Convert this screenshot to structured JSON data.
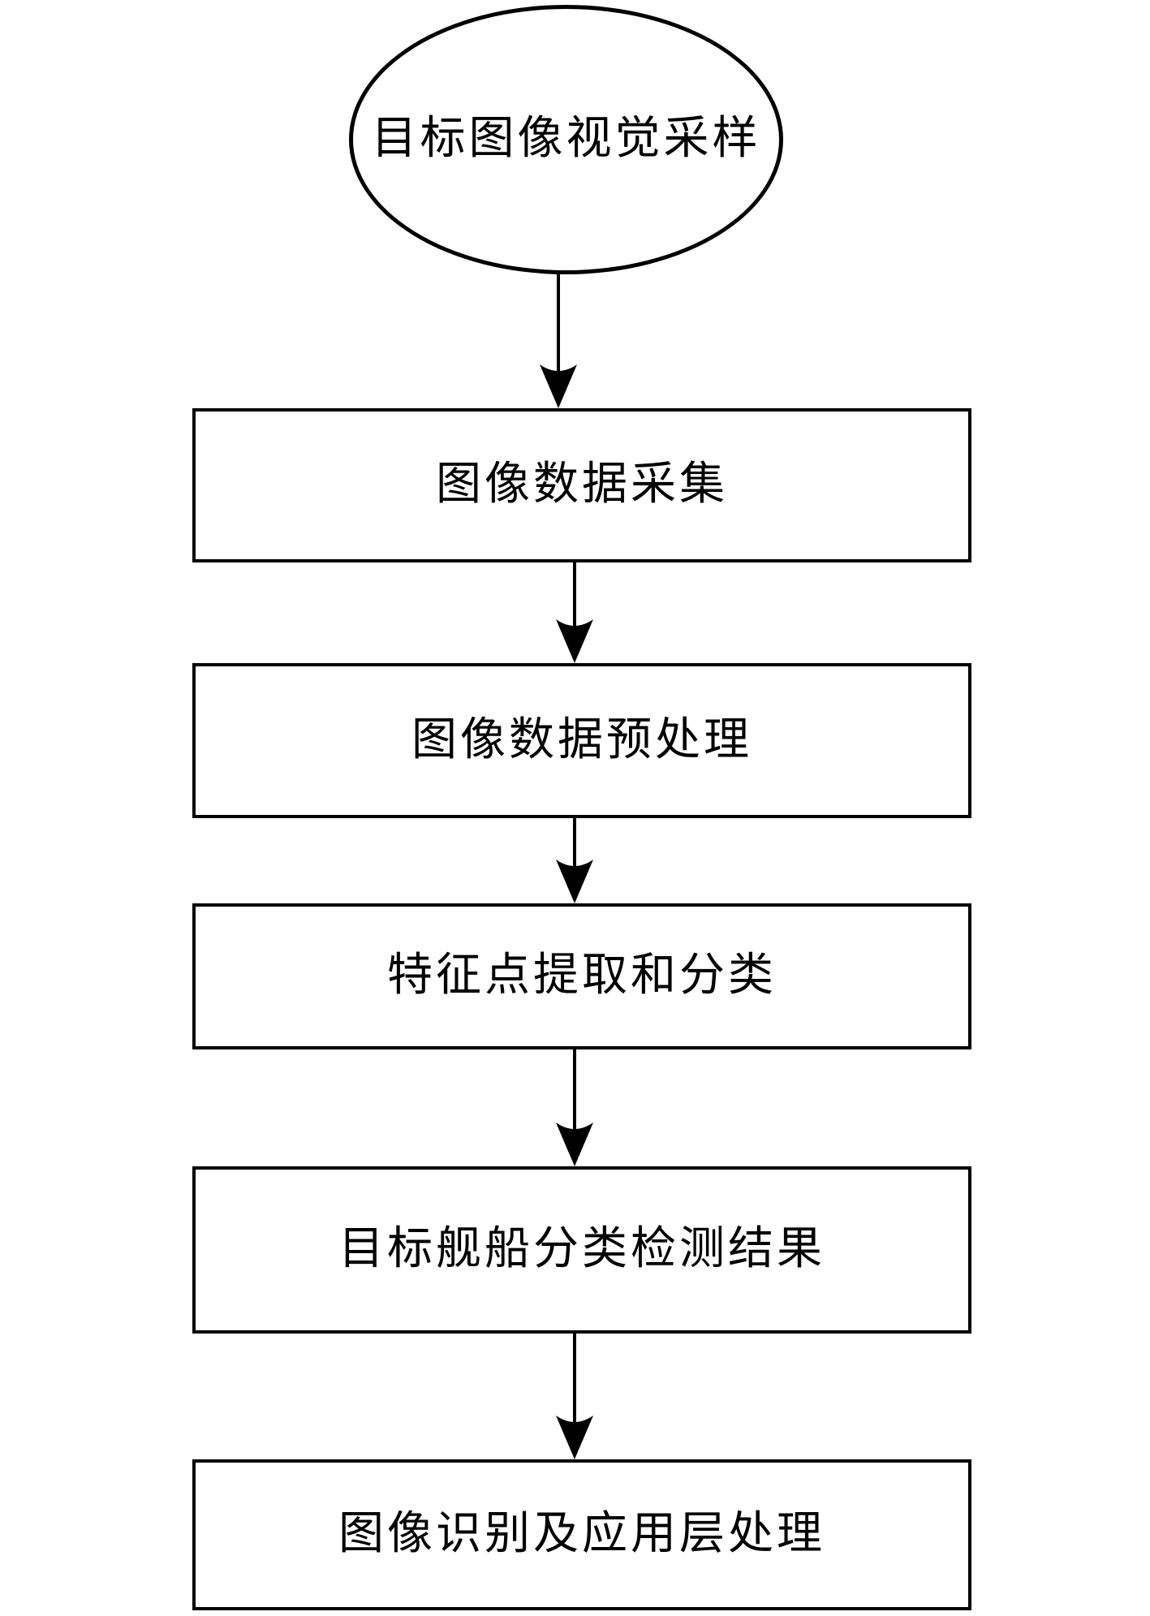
{
  "diagram": {
    "type": "flowchart",
    "direction": "top-down",
    "colors": {
      "stroke": "#000000",
      "node_fill": "#ffffff",
      "text": "#000000",
      "background": "#ffffff"
    },
    "nodes": [
      {
        "id": "start",
        "shape": "ellipse",
        "label": "目标图像视觉采样"
      },
      {
        "id": "step-1",
        "shape": "rectangle",
        "label": "图像数据采集"
      },
      {
        "id": "step-2",
        "shape": "rectangle",
        "label": "图像数据预处理"
      },
      {
        "id": "step-3",
        "shape": "rectangle",
        "label": "特征点提取和分类"
      },
      {
        "id": "step-4",
        "shape": "rectangle",
        "label": "目标舰船分类检测结果"
      },
      {
        "id": "step-5",
        "shape": "rectangle",
        "label": "图像识别及应用层处理"
      }
    ],
    "edges": [
      {
        "from": "start",
        "to": "step-1",
        "style": "arrow-down"
      },
      {
        "from": "step-1",
        "to": "step-2",
        "style": "arrow-down"
      },
      {
        "from": "step-2",
        "to": "step-3",
        "style": "arrow-down"
      },
      {
        "from": "step-3",
        "to": "step-4",
        "style": "arrow-down"
      },
      {
        "from": "step-4",
        "to": "step-5",
        "style": "arrow-down"
      }
    ]
  }
}
